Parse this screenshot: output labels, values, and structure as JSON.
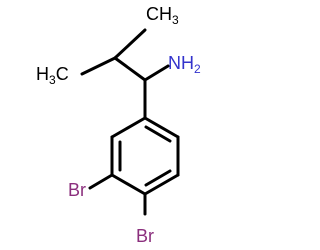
{
  "molecule": {
    "atom_labels": {
      "ch3_top": {
        "text": "CH",
        "sub": "3"
      },
      "ch3_left": {
        "pre": "H",
        "sub": "3",
        "text": "C"
      },
      "amine": {
        "text": "NH",
        "sub": "2"
      },
      "br1": {
        "text": "Br"
      },
      "br2": {
        "text": "Br"
      }
    },
    "colors": {
      "bond": "#000000",
      "carbon_text": "#000000",
      "nitrogen_text": "#3333cc",
      "bromine_text": "#8b2f7d"
    }
  }
}
